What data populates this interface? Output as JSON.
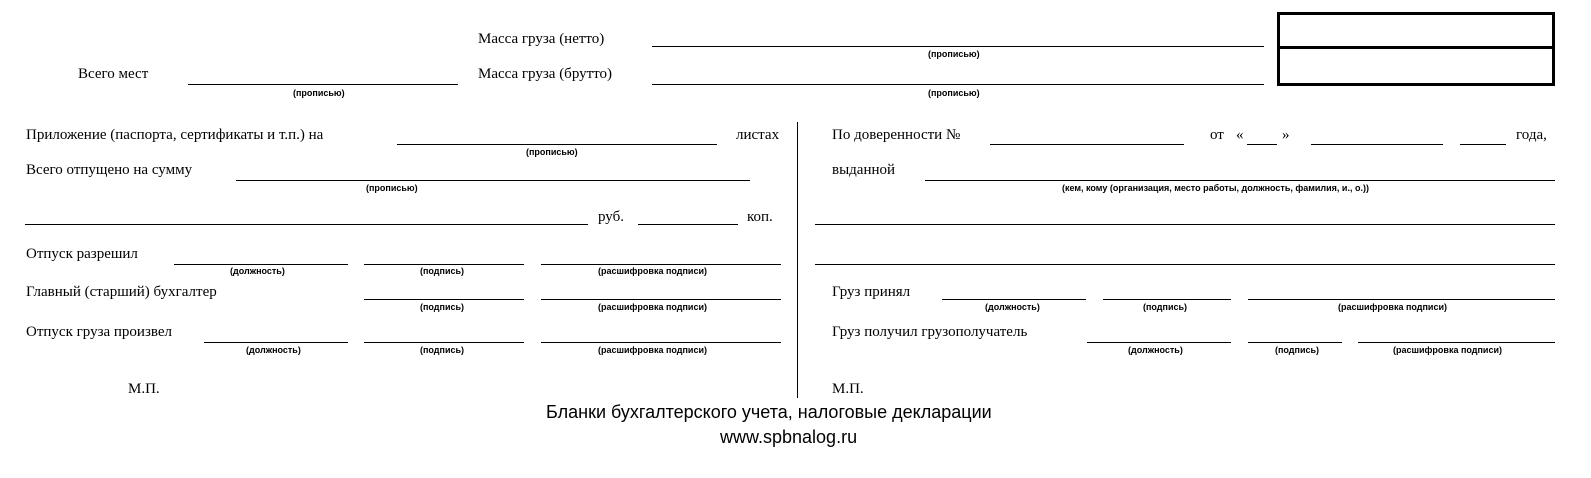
{
  "top": {
    "netto_label": "Масса груза (нетто)",
    "brutto_label": "Масса груза (брутто)",
    "places_label": "Всего мест",
    "propisyu": "(прописью)"
  },
  "left": {
    "attachments_label": "Приложение (паспорта, сертификаты и т.п.) на",
    "sheets_label": "листах",
    "total_label": "Всего отпущено на сумму",
    "rub_label": "руб.",
    "kop_label": "коп.",
    "release_allowed": "Отпуск разрешил",
    "chief_accountant": "Главный (старший) бухгалтер",
    "release_made": "Отпуск груза произвел",
    "mp": "М.П."
  },
  "right": {
    "proxy_label": "По доверенности №",
    "from_label": "от",
    "quote_open": "«",
    "quote_close": "»",
    "year_label": "года,",
    "issued_label": "выданной",
    "issued_caption": "(кем, кому (организация, место работы, должность, фамилия, и., о.))",
    "cargo_accepted": "Груз принял",
    "cargo_received": "Груз получил грузополучатель",
    "mp": "М.П."
  },
  "captions": {
    "position": "(должность)",
    "signature": "(подпись)",
    "decoding": "(расшифровка подписи)"
  },
  "footer": {
    "line1": "Бланки бухгалтерского учета, налоговые декларации",
    "line2": "www.spbnalog.ru"
  }
}
